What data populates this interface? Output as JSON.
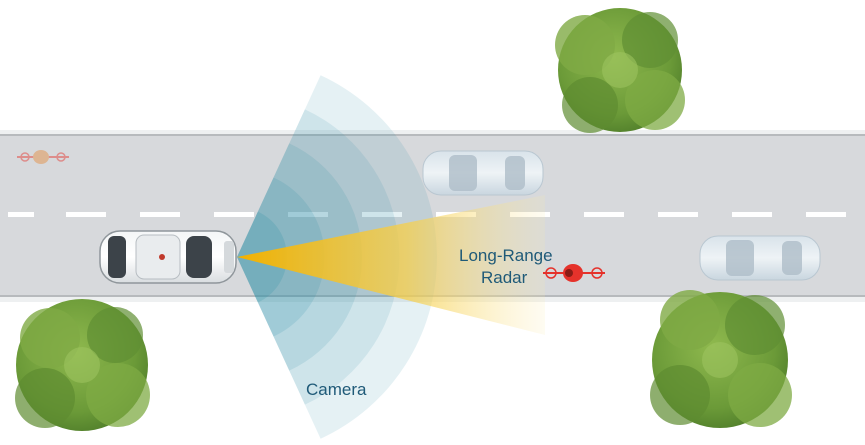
{
  "labels": {
    "camera": "Camera",
    "radar_line1": "Long-Range",
    "radar_line2": "Radar"
  },
  "colors": {
    "road": "#d7d9dc",
    "road_edge": "#b7babd",
    "lane_marking": "#ffffff",
    "camera_fan": "#2a8fa6",
    "radar_beam": "#f0b400",
    "label_text": "#1f5a78",
    "tree": "#6c9a3a",
    "cyclist": "#e5322b"
  },
  "icons": {
    "ego_car": "car-top-view",
    "other_cars": "car-top-view",
    "trees": "tree-top-view",
    "cyclists": "bicycle-rider"
  }
}
